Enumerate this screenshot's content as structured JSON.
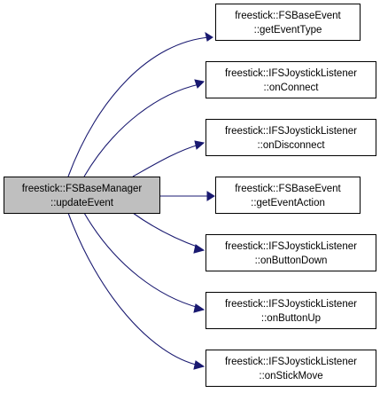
{
  "graph": {
    "root": {
      "line1": "freestick::FSBaseManager",
      "line2": "::updateEvent"
    },
    "callees": [
      {
        "line1": "freestick::FSBaseEvent",
        "line2": "::getEventType"
      },
      {
        "line1": "freestick::IFSJoystickListener",
        "line2": "::onConnect"
      },
      {
        "line1": "freestick::IFSJoystickListener",
        "line2": "::onDisconnect"
      },
      {
        "line1": "freestick::FSBaseEvent",
        "line2": "::getEventAction"
      },
      {
        "line1": "freestick::IFSJoystickListener",
        "line2": "::onButtonDown"
      },
      {
        "line1": "freestick::IFSJoystickListener",
        "line2": "::onButtonUp"
      },
      {
        "line1": "freestick::IFSJoystickListener",
        "line2": "::onStickMove"
      }
    ],
    "colors": {
      "root_fill": "#bfbfbf",
      "node_fill": "#ffffff",
      "node_stroke": "#000000",
      "edge": "#191970"
    }
  }
}
